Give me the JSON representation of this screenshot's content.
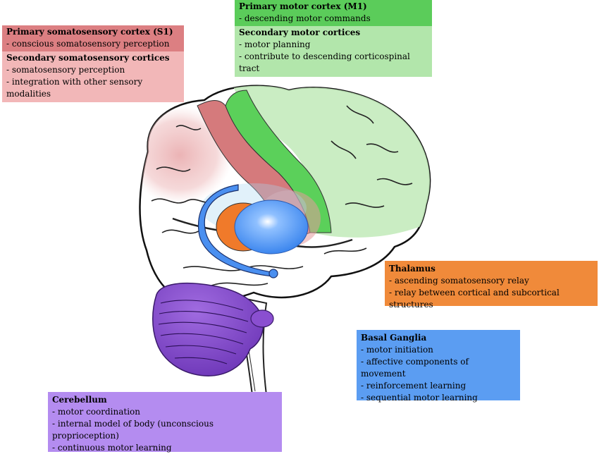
{
  "colors": {
    "primary_somatosensory": "#dc7f82",
    "secondary_somatosensory": "#f2b7b8",
    "primary_motor": "#5bcc5a",
    "secondary_motor": "#b2e6ab",
    "thalamus": "#f08a3a",
    "basal_ganglia": "#5b9df2",
    "cerebellum": "#b48cf0"
  },
  "s1": {
    "primary_title": "Primary somatosensory cortex (S1)",
    "primary_items": [
      "- conscious somatosensory perception"
    ],
    "secondary_title": "Secondary somatosensory cortices",
    "secondary_items": [
      "- somatosensory perception",
      "- integration with other sensory modalities"
    ]
  },
  "m1": {
    "primary_title": "Primary motor cortex (M1)",
    "primary_items": [
      "- descending motor commands"
    ],
    "secondary_title": "Secondary motor cortices",
    "secondary_items": [
      "- motor planning",
      "- contribute to descending corticospinal tract"
    ]
  },
  "thalamus": {
    "title": "Thalamus",
    "items": [
      "- ascending somatosensory relay",
      "- relay between cortical and subcortical structures"
    ]
  },
  "basal_ganglia": {
    "title": "Basal Ganglia",
    "items": [
      "- motor initiation",
      "- affective components of movement",
      "- reinforcement learning",
      "- sequential motor learning"
    ]
  },
  "cerebellum": {
    "title": "Cerebellum",
    "items": [
      "- motor coordination",
      "- internal model of body (unconscious proprioception)",
      "- continuous motor learning"
    ]
  }
}
